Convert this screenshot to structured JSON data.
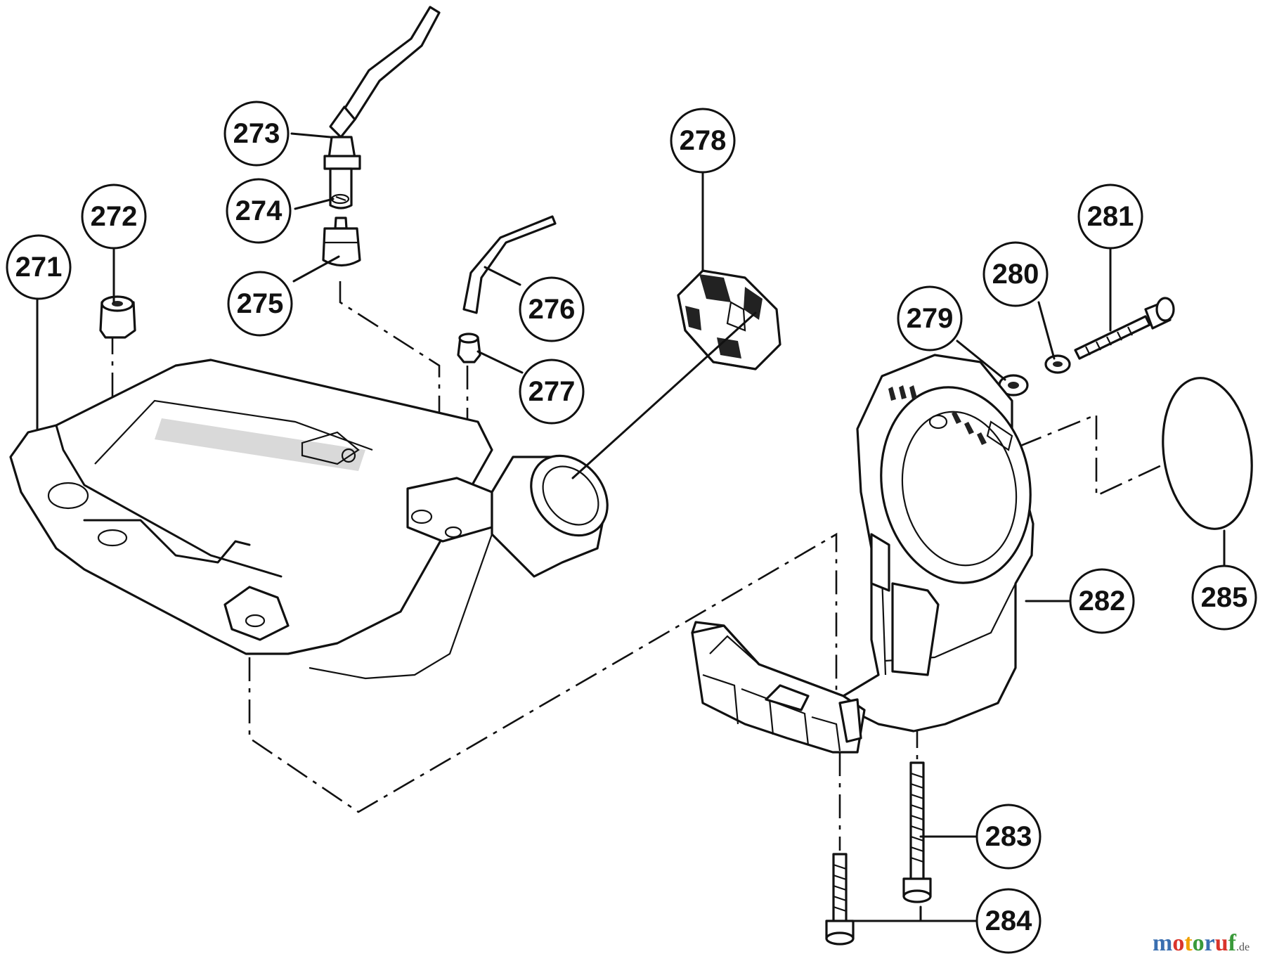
{
  "diagram": {
    "callouts": [
      {
        "id": "c271",
        "label": "271"
      },
      {
        "id": "c272",
        "label": "272"
      },
      {
        "id": "c273",
        "label": "273"
      },
      {
        "id": "c274",
        "label": "274"
      },
      {
        "id": "c275",
        "label": "275"
      },
      {
        "id": "c276",
        "label": "276"
      },
      {
        "id": "c277",
        "label": "277"
      },
      {
        "id": "c278",
        "label": "278"
      },
      {
        "id": "c279",
        "label": "279"
      },
      {
        "id": "c280",
        "label": "280"
      },
      {
        "id": "c281",
        "label": "281"
      },
      {
        "id": "c282",
        "label": "282"
      },
      {
        "id": "c283",
        "label": "283"
      },
      {
        "id": "c284",
        "label": "284"
      },
      {
        "id": "c285",
        "label": "285"
      }
    ]
  },
  "watermark": {
    "brand": "motoruf",
    "suffix": ".de",
    "colors": {
      "m": "#3a6fb0",
      "o1": "#d9342b",
      "t": "#f0a000",
      "o2": "#3a9a3a",
      "r": "#3a6fb0",
      "u": "#d9342b",
      "f": "#3a9a3a"
    }
  }
}
